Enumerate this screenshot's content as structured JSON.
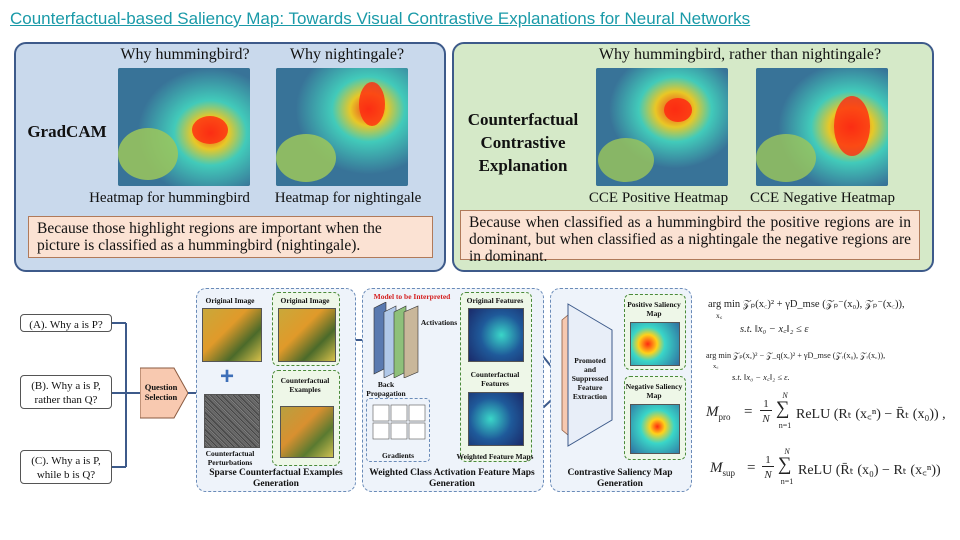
{
  "title": "Counterfactual-based Saliency Map: Towards Visual Contrastive Explanations for Neural Networks",
  "gradcam": {
    "q1": "Why hummingbird?",
    "q2": "Why nightingale?",
    "label": "GradCAM",
    "cap1": "Heatmap for hummingbird",
    "cap2": "Heatmap for nightingale",
    "explanation": "Because those highlight regions are important when the picture is classified as a hummingbird (nightingale)."
  },
  "cce": {
    "question": "Why hummingbird, rather than nightingale?",
    "label_lines": [
      "Counterfactual",
      "Contrastive",
      "Explanation"
    ],
    "cap1": "CCE Positive Heatmap",
    "cap2": "CCE Negative Heatmap",
    "explanation": "Because when classified as a hummingbird the positive regions are in dominant, but when classified as a nightingale the negative regions are in dominant."
  },
  "diagram": {
    "questions": [
      "(A). Why a is P?",
      "(B). Why a is P, rather than Q?",
      "(C). Why a is P, while b is Q?"
    ],
    "question_selection": "Question Selection",
    "sparse": {
      "original_image_left": "Original Image",
      "original_image_right": "Original Image",
      "counterfactual_examples": "Counterfactual Examples",
      "counterfactual_perturbations": "Counterfactual Perturbations",
      "plus": "+",
      "title": "Sparse Counterfactual Examples Generation"
    },
    "weighted": {
      "model": "Model to be Interpreted",
      "activations": "Activations",
      "back_propagation": "Back Propagation",
      "gradients": "Gradients",
      "original_features": "Original Features",
      "counterfactual_features": "Counterfactual Features",
      "weighted_feature_maps": "Weighted Feature Maps",
      "dot": "·",
      "title": "Weighted Class Activation Feature Maps Generation"
    },
    "contrastive": {
      "promoted": "Promoted and Suppressed Feature Extraction",
      "positive": "Positive Saliency Map",
      "negative": "Negative Saliency Map",
      "title": "Contrastive Saliency Map Generation"
    }
  },
  "equations": {
    "eq1_line1": "arg min 𝒵ₚ(x꜀)² + γD_mse (𝒵ₚ⁻(x₀), 𝒵ₚ⁻(x꜀)),",
    "eq1_var": "x꜀",
    "eq1_line2": "s.t. ‖x₀ − x꜀‖₂ ≤ ε",
    "eq2_line1": "arg min 𝒵ₚ(x꜀)² − 𝒵_q(x꜀)² + γD_mse (𝒵ᵣ(x₀), 𝒵ᵣ(x꜀)),",
    "eq2_var": "x꜀",
    "eq2_line2": "s.t. ‖x₀ − x꜀‖₂ ≤ ε.",
    "eq3_lhs": "M",
    "eq3_sub": "pro",
    "eq3_rhs": "ReLU (Rₜ (x꜀ⁿ) − R̄ₜ (x₀)) ,",
    "eq4_lhs": "M",
    "eq4_sub": "sup",
    "eq4_rhs": "ReLU (R̄ₜ (x₀) − Rₜ (x꜀ⁿ))",
    "frac_num": "1",
    "frac_den": "N",
    "sum_top": "N",
    "sum_sym": "∑",
    "sum_bot": "n=1",
    "eq_sign": "="
  }
}
